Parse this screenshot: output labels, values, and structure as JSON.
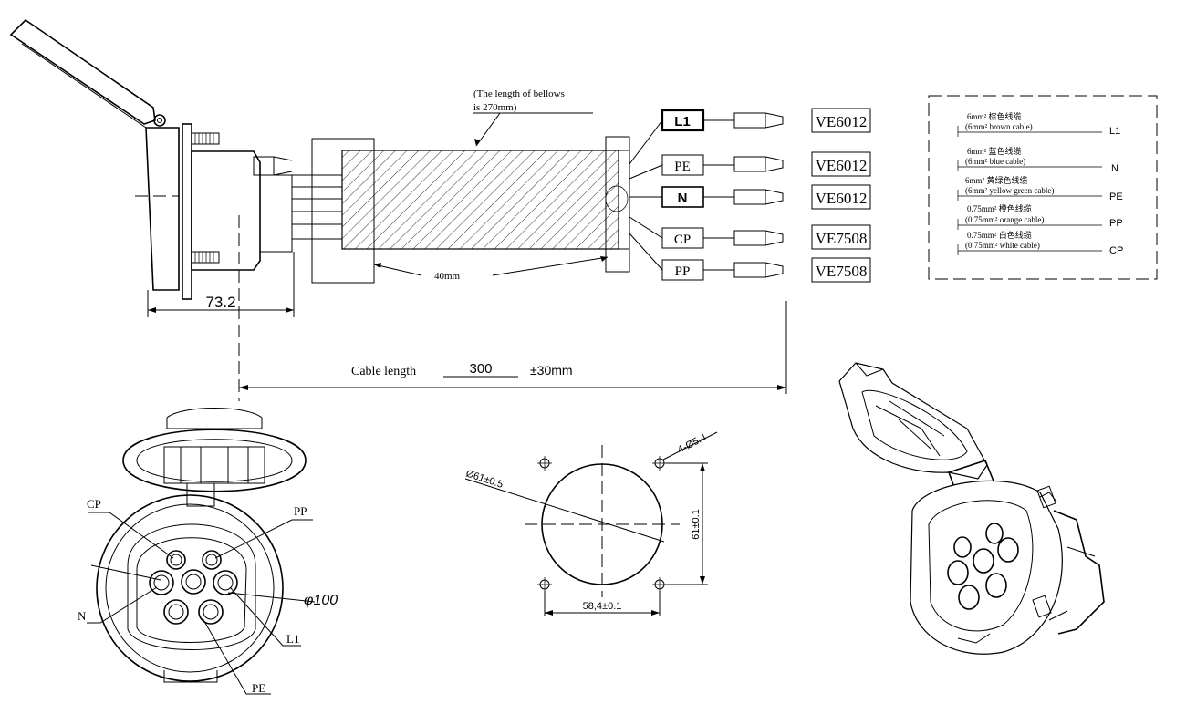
{
  "bellows_note": [
    "(The length of  bellows",
    "is 270mm)"
  ],
  "dimensions": {
    "socket_depth": "73.2",
    "stripped_length": "40mm",
    "cable_length_label": "Cable length",
    "cable_length_value": "300",
    "cable_length_tolerance": "±30mm",
    "face_diameter": "φ100",
    "hole_circle": "Ø61±0.5",
    "mount_holes": "4-Ø5.4",
    "vertical_spacing": "61±0.1",
    "horizontal_spacing": "58,4±0.1"
  },
  "wires": [
    {
      "label": "L1",
      "terminal": "VE6012"
    },
    {
      "label": "PE",
      "terminal": "VE6012"
    },
    {
      "label": "N",
      "terminal": "VE6012"
    },
    {
      "label": "CP",
      "terminal": "VE7508"
    },
    {
      "label": "PP",
      "terminal": "VE7508"
    }
  ],
  "legend": [
    {
      "cn": "6mm² 棕色线缆",
      "en": "(6mm² brown cable)",
      "pin": "L1"
    },
    {
      "cn": "6mm² 蓝色线缆",
      "en": "(6mm² blue cable)",
      "pin": "N"
    },
    {
      "cn": "6mm² 黄绿色线缆",
      "en": "(6mm² yellow green cable)",
      "pin": "PE"
    },
    {
      "cn": "0.75mm² 橙色线缆",
      "en": "(0.75mm² orange cable)",
      "pin": "PP"
    },
    {
      "cn": "0.75mm² 白色线缆",
      "en": "(0.75mm² white cable)",
      "pin": "CP"
    }
  ],
  "front_view_pins": {
    "cp": "CP",
    "pp": "PP",
    "n": "N",
    "l1": "L1",
    "pe": "PE"
  }
}
